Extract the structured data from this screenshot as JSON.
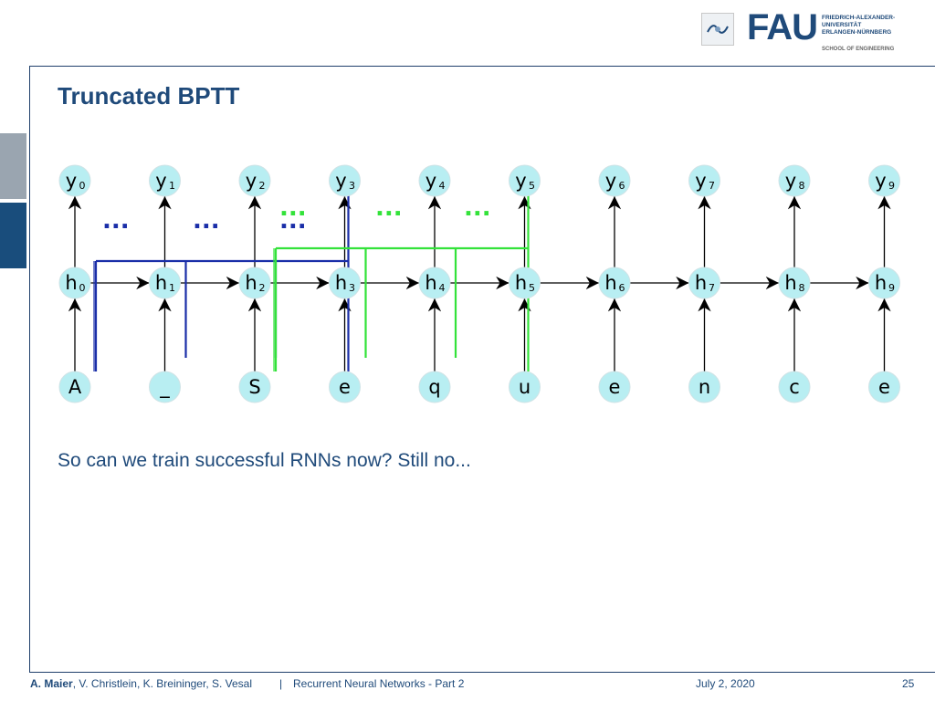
{
  "slide": {
    "title": "Truncated BPTT",
    "statement": "So can we train successful RNNs now? Still no..."
  },
  "logo": {
    "wordmark": "FAU",
    "university_lines": [
      "FRIEDRICH-ALEXANDER-",
      "UNIVERSITÄT",
      "ERLANGEN-NÜRNBERG"
    ],
    "school": "SCHOOL OF ENGINEERING"
  },
  "diagram": {
    "outputs": [
      {
        "base": "y",
        "sub": "0"
      },
      {
        "base": "y",
        "sub": "1"
      },
      {
        "base": "y",
        "sub": "2"
      },
      {
        "base": "y",
        "sub": "3"
      },
      {
        "base": "y",
        "sub": "4"
      },
      {
        "base": "y",
        "sub": "5"
      },
      {
        "base": "y",
        "sub": "6"
      },
      {
        "base": "y",
        "sub": "7"
      },
      {
        "base": "y",
        "sub": "8"
      },
      {
        "base": "y",
        "sub": "9"
      }
    ],
    "hidden": [
      {
        "base": "h",
        "sub": "0"
      },
      {
        "base": "h",
        "sub": "1"
      },
      {
        "base": "h",
        "sub": "2"
      },
      {
        "base": "h",
        "sub": "3"
      },
      {
        "base": "h",
        "sub": "4"
      },
      {
        "base": "h",
        "sub": "5"
      },
      {
        "base": "h",
        "sub": "6"
      },
      {
        "base": "h",
        "sub": "7"
      },
      {
        "base": "h",
        "sub": "8"
      },
      {
        "base": "h",
        "sub": "9"
      }
    ],
    "inputs": [
      "A",
      "_",
      "S",
      "e",
      "q",
      "u",
      "e",
      "n",
      "c",
      "e"
    ],
    "truncation_windows": [
      {
        "color": "#1a2ea8",
        "dots": "...",
        "first_step": 0,
        "last_step": 3
      },
      {
        "color": "#33e23a",
        "dots": "...",
        "first_step": 2,
        "last_step": 5
      }
    ]
  },
  "footer": {
    "lead_author": "A. Maier",
    "coauthors": ", V. Christlein, K. Breininger, S. Vesal",
    "separator": "|",
    "lecture": "Recurrent Neural Networks - Part 2",
    "date": "July 2, 2020",
    "page": "25"
  }
}
